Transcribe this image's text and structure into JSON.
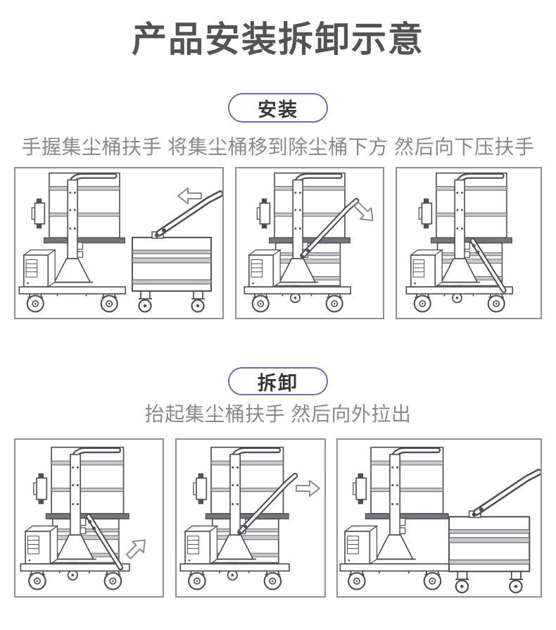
{
  "title": "产品安装拆卸示意",
  "colors": {
    "title_text": "#535356",
    "instruction_text": "#8a8a8e",
    "badge_border": "#6f6fa8",
    "badge_text": "#36363b",
    "panel_border": "#909090",
    "line_art": "#4f4f56",
    "band_fill": "#c7c7cc",
    "arrow_outline": "#8a8a90"
  },
  "sections": [
    {
      "badge": "安装",
      "instruction": "手握集尘桶扶手 将集尘桶移到除尘桶下方 然后向下压扶手",
      "steps": [
        {
          "figure": "machine-and-dust-cart-separate",
          "arrow": "left"
        },
        {
          "figure": "dust-cart-under-machine-handle-raised",
          "arrow": "down-right"
        },
        {
          "figure": "machine-assembled-handle-pressed-down",
          "arrow": "none"
        }
      ]
    },
    {
      "badge": "拆卸",
      "instruction": "抬起集尘桶扶手 然后向外拉出",
      "steps": [
        {
          "figure": "machine-assembled-lift-handle",
          "arrow": "up-right"
        },
        {
          "figure": "handle-raised-pull-outward",
          "arrow": "right"
        },
        {
          "figure": "dust-cart-pulled-out",
          "arrow": "none"
        }
      ]
    }
  ]
}
